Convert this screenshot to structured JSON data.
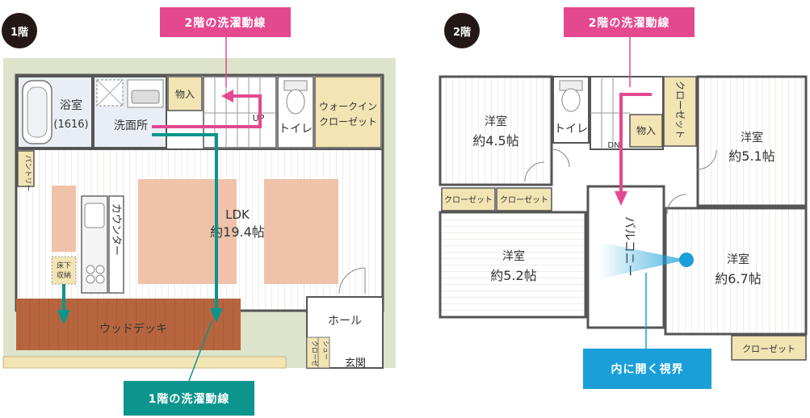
{
  "floor1": {
    "badge": "1階",
    "banner_top": "2階の洗濯動線",
    "banner_bottom": "1階の洗濯動線",
    "rooms": {
      "bath_label": "浴室",
      "bath_size": "(1616)",
      "washroom": "洗面所",
      "storage": "物入",
      "toilet": "トイレ",
      "walkin_1": "ウォークイン",
      "walkin_2": "クローゼット",
      "pantry": "パントリー",
      "counter": "カウンター",
      "ldk": "LDK",
      "ldk_size": "約19.4帖",
      "underfloor_1": "床下",
      "underfloor_2": "収納",
      "deck": "ウッドデッキ",
      "hall": "ホール",
      "entrance": "玄関",
      "closet_v": "クローゼ",
      "shoe_v": "シュー",
      "up": "UP"
    }
  },
  "floor2": {
    "badge": "2階",
    "banner_top": "2階の洗濯動線",
    "banner_bottom": "内に開く視界",
    "rooms": {
      "room_a_1": "洋室",
      "room_a_2": "約4.5帖",
      "toilet": "トイレ",
      "dn": "DN",
      "closet_v": "クローゼット",
      "storage": "物入",
      "room_b_1": "洋室",
      "room_b_2": "約5.1帖",
      "closet_1": "クローゼット",
      "closet_2": "クローゼット",
      "balcony": "バルコニー",
      "room_c_1": "洋室",
      "room_c_2": "約5.2帖",
      "room_d_1": "洋室",
      "room_d_2": "約6.7帖",
      "closet_3": "クローゼット"
    }
  },
  "colors": {
    "pink": "#e4488f",
    "teal": "#0b958d",
    "blue": "#1a9fd9",
    "tan": "#f3e4b4",
    "salmon": "#efc2a9",
    "deck": "#b7653f",
    "yard": "#dde4cb",
    "wall": "#555555",
    "floorline": "#d8d4cf"
  }
}
